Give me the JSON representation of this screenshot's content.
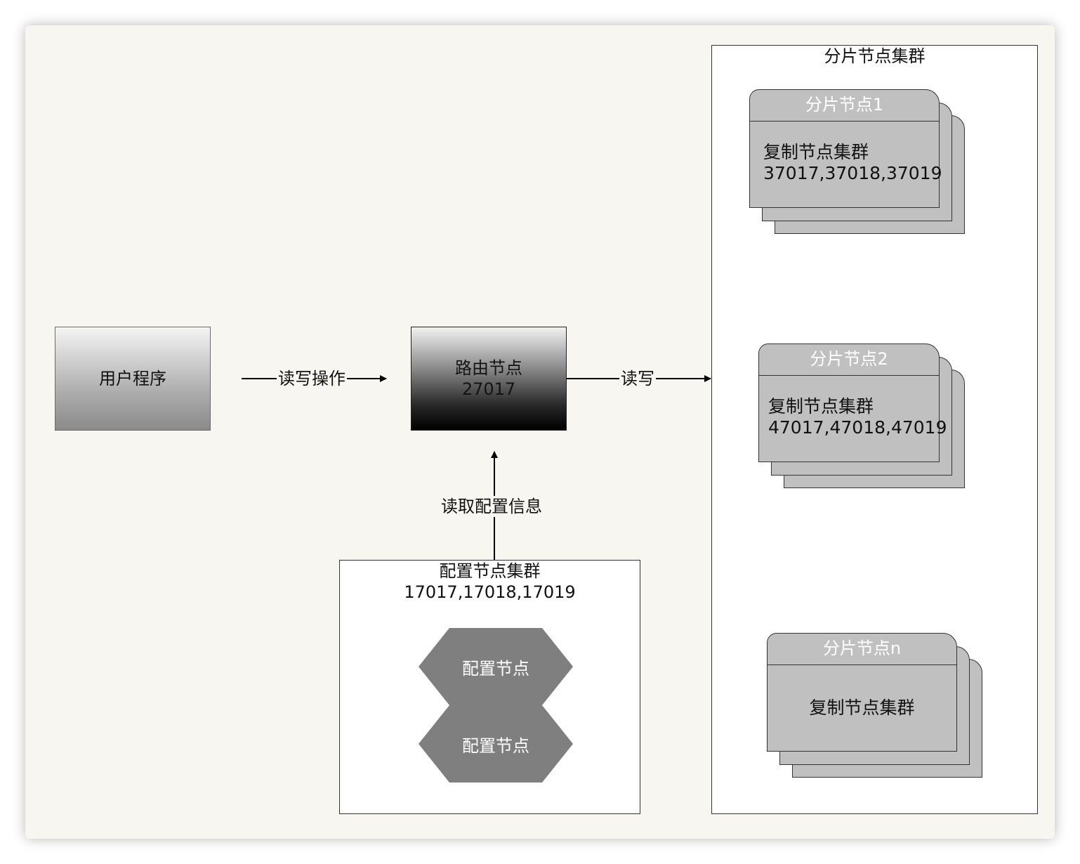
{
  "user_program": {
    "label": "用户程序"
  },
  "router": {
    "line1": "路由节点",
    "line2": "27017"
  },
  "edges": {
    "user_to_router": "读写操作",
    "router_to_shards": "读写",
    "config_to_router": "读取配置信息"
  },
  "config_cluster": {
    "title": "配置节点集群",
    "ports": "17017,17018,17019",
    "nodes": [
      "配置节点",
      "配置节点"
    ]
  },
  "shard_cluster": {
    "title": "分片节点集群",
    "shards": [
      {
        "name": "分片节点1",
        "body_line1": "复制节点集群",
        "body_line2": "37017,37018,37019"
      },
      {
        "name": "分片节点2",
        "body_line1": "复制节点集群",
        "body_line2": "47017,47018,47019"
      },
      {
        "name": "分片节点n",
        "body_line1": "复制节点集群"
      }
    ]
  },
  "colors": {
    "canvas_background": "#f8f6f0",
    "shard_card_fill": "#c0c0c0",
    "config_node_fill": "#7f7f7f"
  }
}
